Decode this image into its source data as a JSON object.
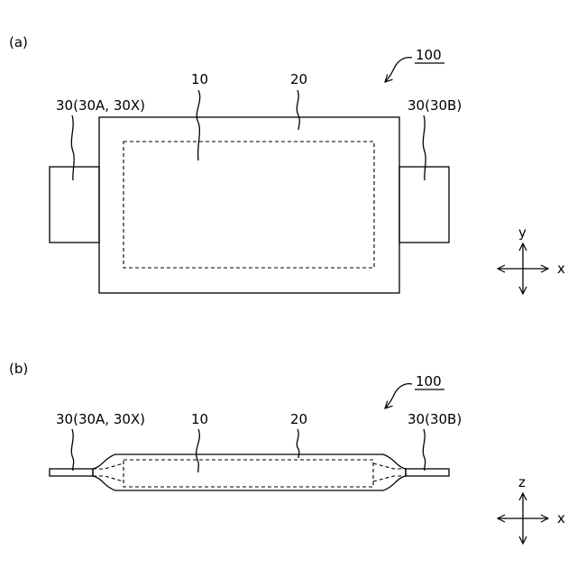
{
  "figure_a": {
    "panel_label": "(a)",
    "ref_number": "100",
    "labels": {
      "electrode_assembly": "10",
      "package": "20",
      "tab_left": "30(30A, 30X)",
      "tab_right": "30(30B)"
    },
    "axes": {
      "vertical": "y",
      "horizontal": "x"
    }
  },
  "figure_b": {
    "panel_label": "(b)",
    "ref_number": "100",
    "labels": {
      "electrode_assembly": "10",
      "package": "20",
      "tab_left": "30(30A, 30X)",
      "tab_right": "30(30B)"
    },
    "axes": {
      "vertical": "z",
      "horizontal": "x"
    }
  }
}
